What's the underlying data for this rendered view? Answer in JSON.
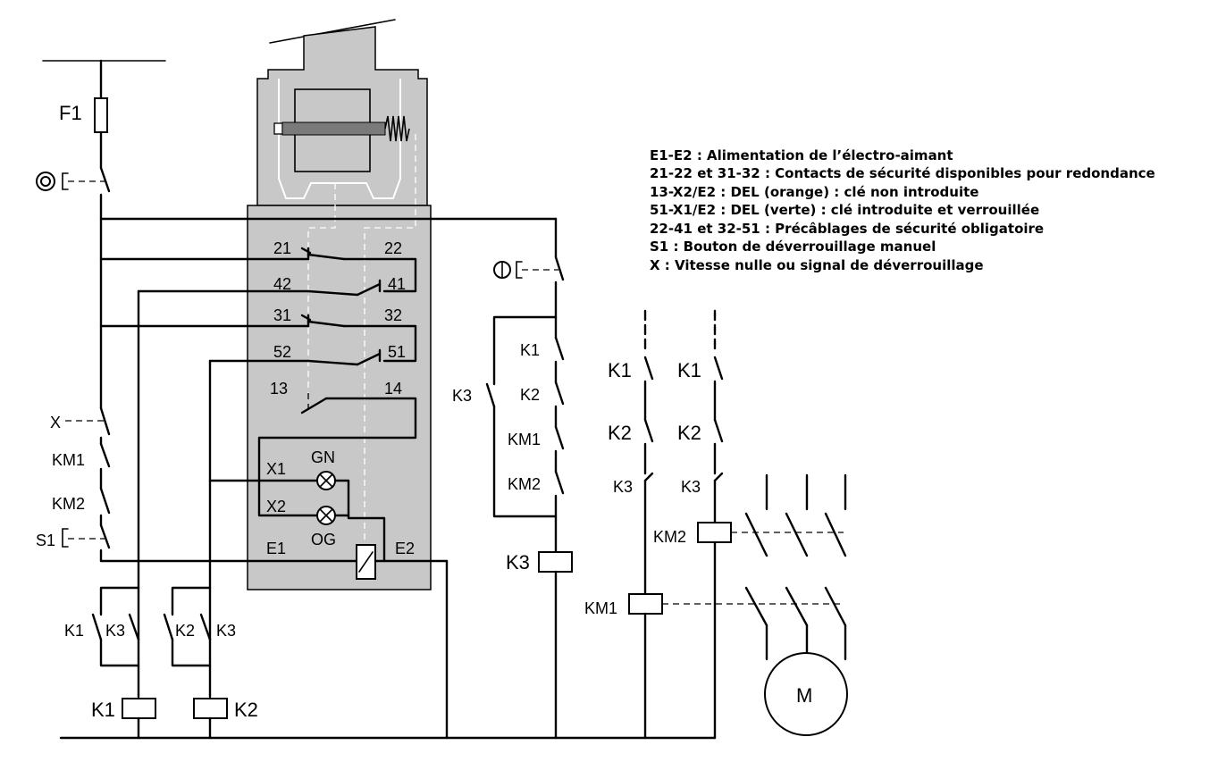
{
  "diagram": {
    "labels": {
      "F1": "F1",
      "X": "X",
      "KM1": "KM1",
      "KM2": "KM2",
      "S1": "S1",
      "K1": "K1",
      "K2": "K2",
      "K3": "K3",
      "M": "M",
      "t21": "21",
      "t22": "22",
      "t42": "42",
      "t41": "41",
      "t31": "31",
      "t32": "32",
      "t52": "52",
      "t51": "51",
      "t13": "13",
      "t14": "14",
      "X1": "X1",
      "X2": "X2",
      "GN": "GN",
      "OG": "OG",
      "E1": "E1",
      "E2": "E2"
    },
    "legend": [
      "E1-E2 : Alimentation de l’électro-aimant",
      "21-22 et 31-32 : Contacts de sécurité disponibles pour redondance",
      "13-X2/E2 : DEL (orange) : clé non introduite",
      "51-X1/E2 : DEL (verte) : clé introduite et verrouillée",
      "22-41 et 32-51 : Précâblages de sécurité obligatoire",
      "S1 : Bouton de déverrouillage manuel",
      "X : Vitesse nulle ou signal de déverrouillage"
    ],
    "colors": {
      "housing": "#c8c8c8",
      "line": "#000000",
      "background": "#ffffff"
    }
  }
}
